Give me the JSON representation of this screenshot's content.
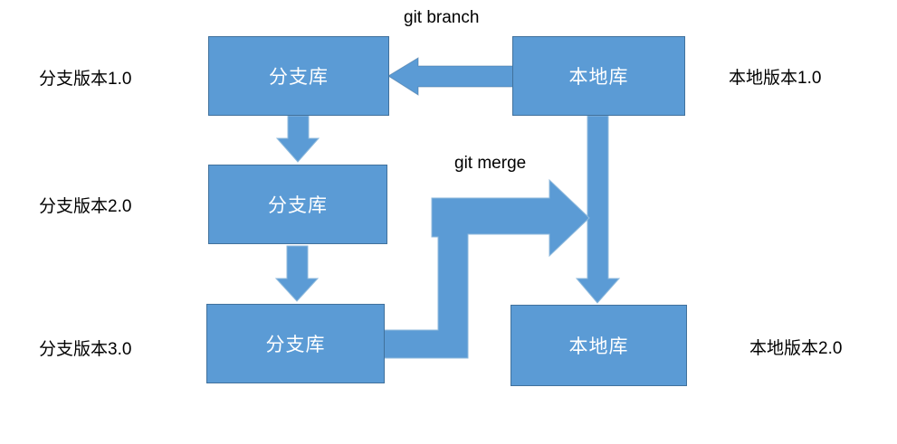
{
  "colors": {
    "background": "#ffffff",
    "node_fill": "#5b9bd5",
    "node_border": "#41719c",
    "arrow_fill": "#5b9bd5",
    "arrow_border": "#8fbadc",
    "node_text": "#ffffff",
    "label_text": "#000000"
  },
  "nodes": {
    "branch1": {
      "label": "分支库"
    },
    "branch2": {
      "label": "分支库"
    },
    "branch3": {
      "label": "分支库"
    },
    "local1": {
      "label": "本地库"
    },
    "local2": {
      "label": "本地库"
    }
  },
  "side_labels": {
    "branch_v1": "分支版本1.0",
    "branch_v2": "分支版本2.0",
    "branch_v3": "分支版本3.0",
    "local_v1": "本地版本1.0",
    "local_v2": "本地版本2.0"
  },
  "arrow_labels": {
    "branch": "git branch",
    "merge": "git merge"
  },
  "connections": [
    {
      "from": "local1",
      "to": "branch1",
      "label": "git branch",
      "direction": "left"
    },
    {
      "from": "branch1",
      "to": "branch2",
      "label": "",
      "direction": "down"
    },
    {
      "from": "branch2",
      "to": "branch3",
      "label": "",
      "direction": "down"
    },
    {
      "from": "branch3",
      "to": "local2",
      "label": "git merge",
      "direction": "right-up-right"
    },
    {
      "from": "local1",
      "to": "local2",
      "label": "",
      "direction": "down"
    }
  ]
}
